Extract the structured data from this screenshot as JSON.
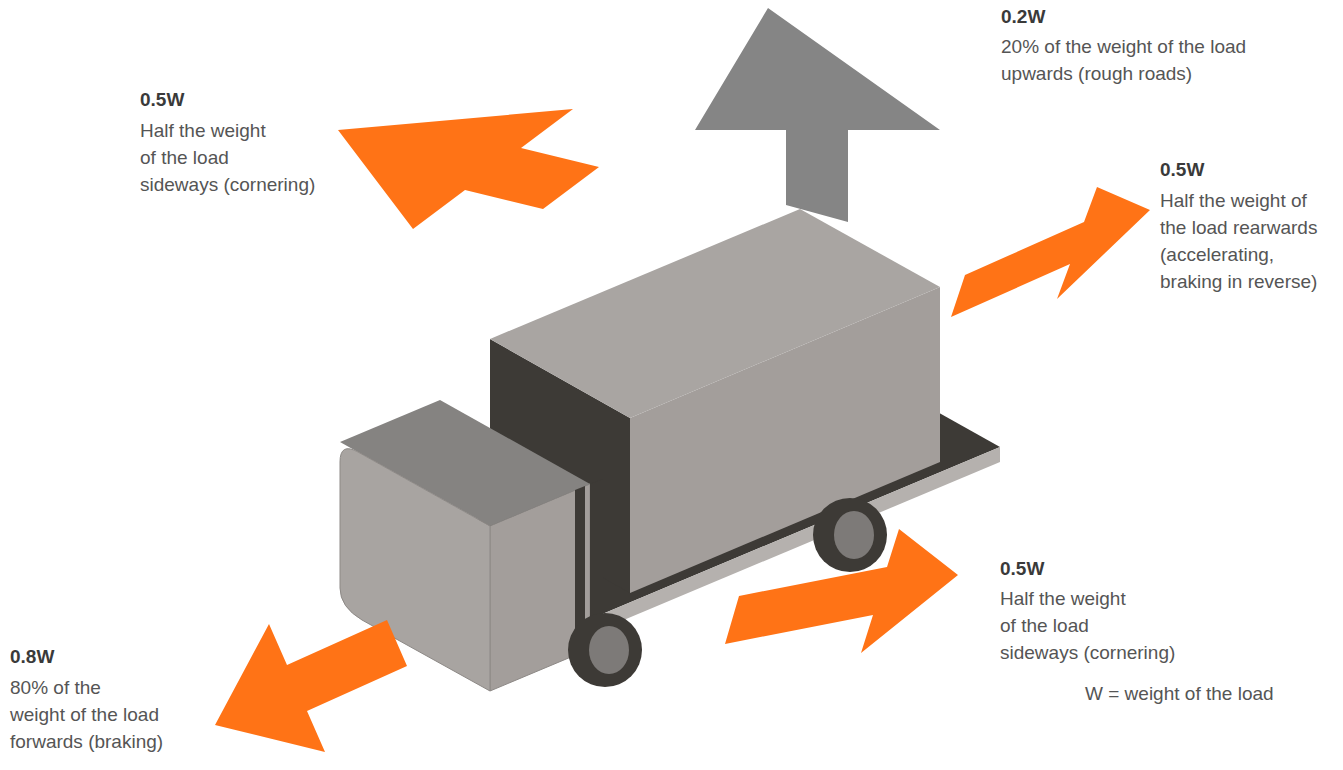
{
  "diagram": {
    "labels": [
      "0.2W",
      "20% of the weight of the load upwards (rough roads)",
      "0.5W",
      "Half the weight of the load sideways (cornering)",
      "0.5W",
      "Half the weight of the load rearwards (accelerating, braking in reverse)",
      "0.5W",
      "Half the weight of the load sideways (cornering)",
      "0.8W",
      "80% of the weight of the load forwards (braking)",
      "W = weight of the load"
    ]
  }
}
